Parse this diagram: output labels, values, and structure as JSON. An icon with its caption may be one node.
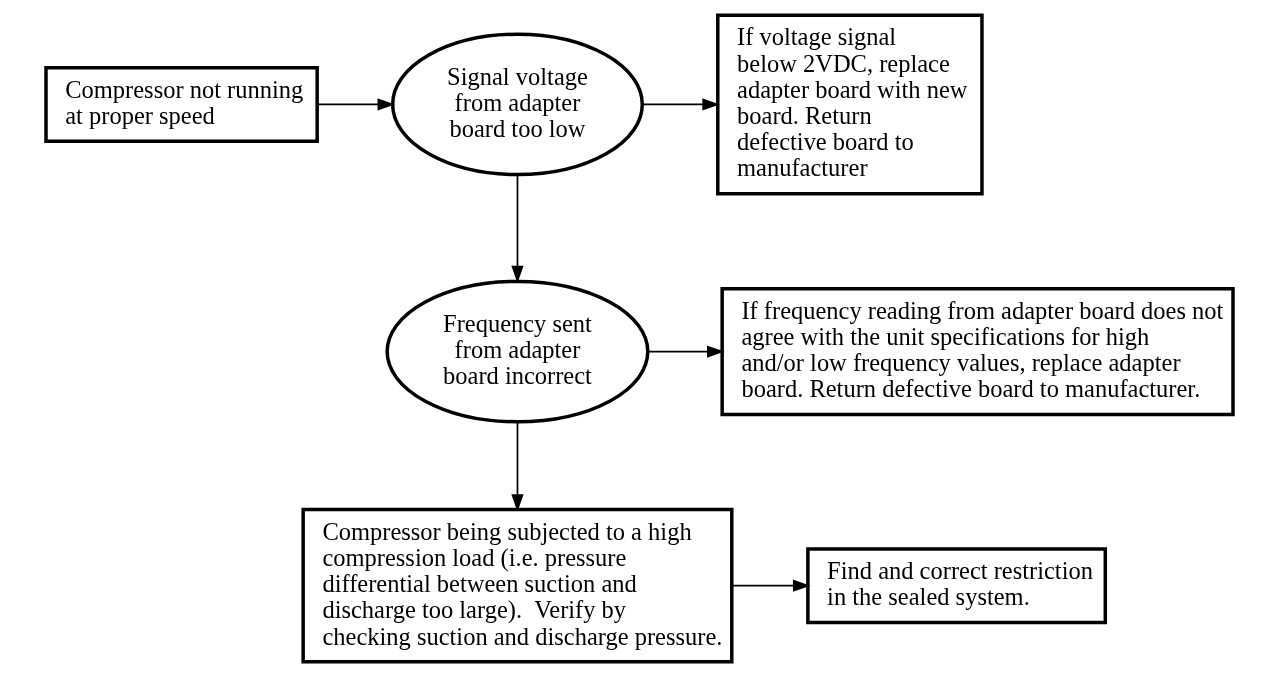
{
  "diagram": {
    "nodes": [
      {
        "text": [
          "Compressor not running at proper speed"
        ]
      },
      {
        "text": [
          "Signal voltage from adapter board too low"
        ]
      },
      {
        "text": [
          "If voltage signal below 2VDC, replace adapter board with new board. Return defective board to manufacturer"
        ]
      },
      {
        "text": [
          "Frequency sent from adapter board incorrect"
        ]
      },
      {
        "text": [
          "If frequency reading from adapter board does not agree with the unit specifications for high and/or low frequency values, replace adapter board. Return defective board to manufacturer."
        ]
      },
      {
        "text": [
          "Compressor being subjected to a high compression load (i.e. pressure differential between suction and discharge too large).  Verify by checking suction and discharge pressure."
        ]
      },
      {
        "text": [
          "Find and correct restriction in the sealed system."
        ]
      }
    ],
    "edges": [
      {
        "from": 0,
        "to": 1,
        "arrow": "to"
      },
      {
        "from": 1,
        "to": 2,
        "arrow": "to"
      },
      {
        "from": 1,
        "to": 3,
        "arrow": "to"
      },
      {
        "from": 3,
        "to": 4,
        "arrow": "to"
      },
      {
        "from": 3,
        "to": 5,
        "arrow": "to"
      },
      {
        "from": 5,
        "to": 6,
        "arrow": "to"
      }
    ]
  }
}
